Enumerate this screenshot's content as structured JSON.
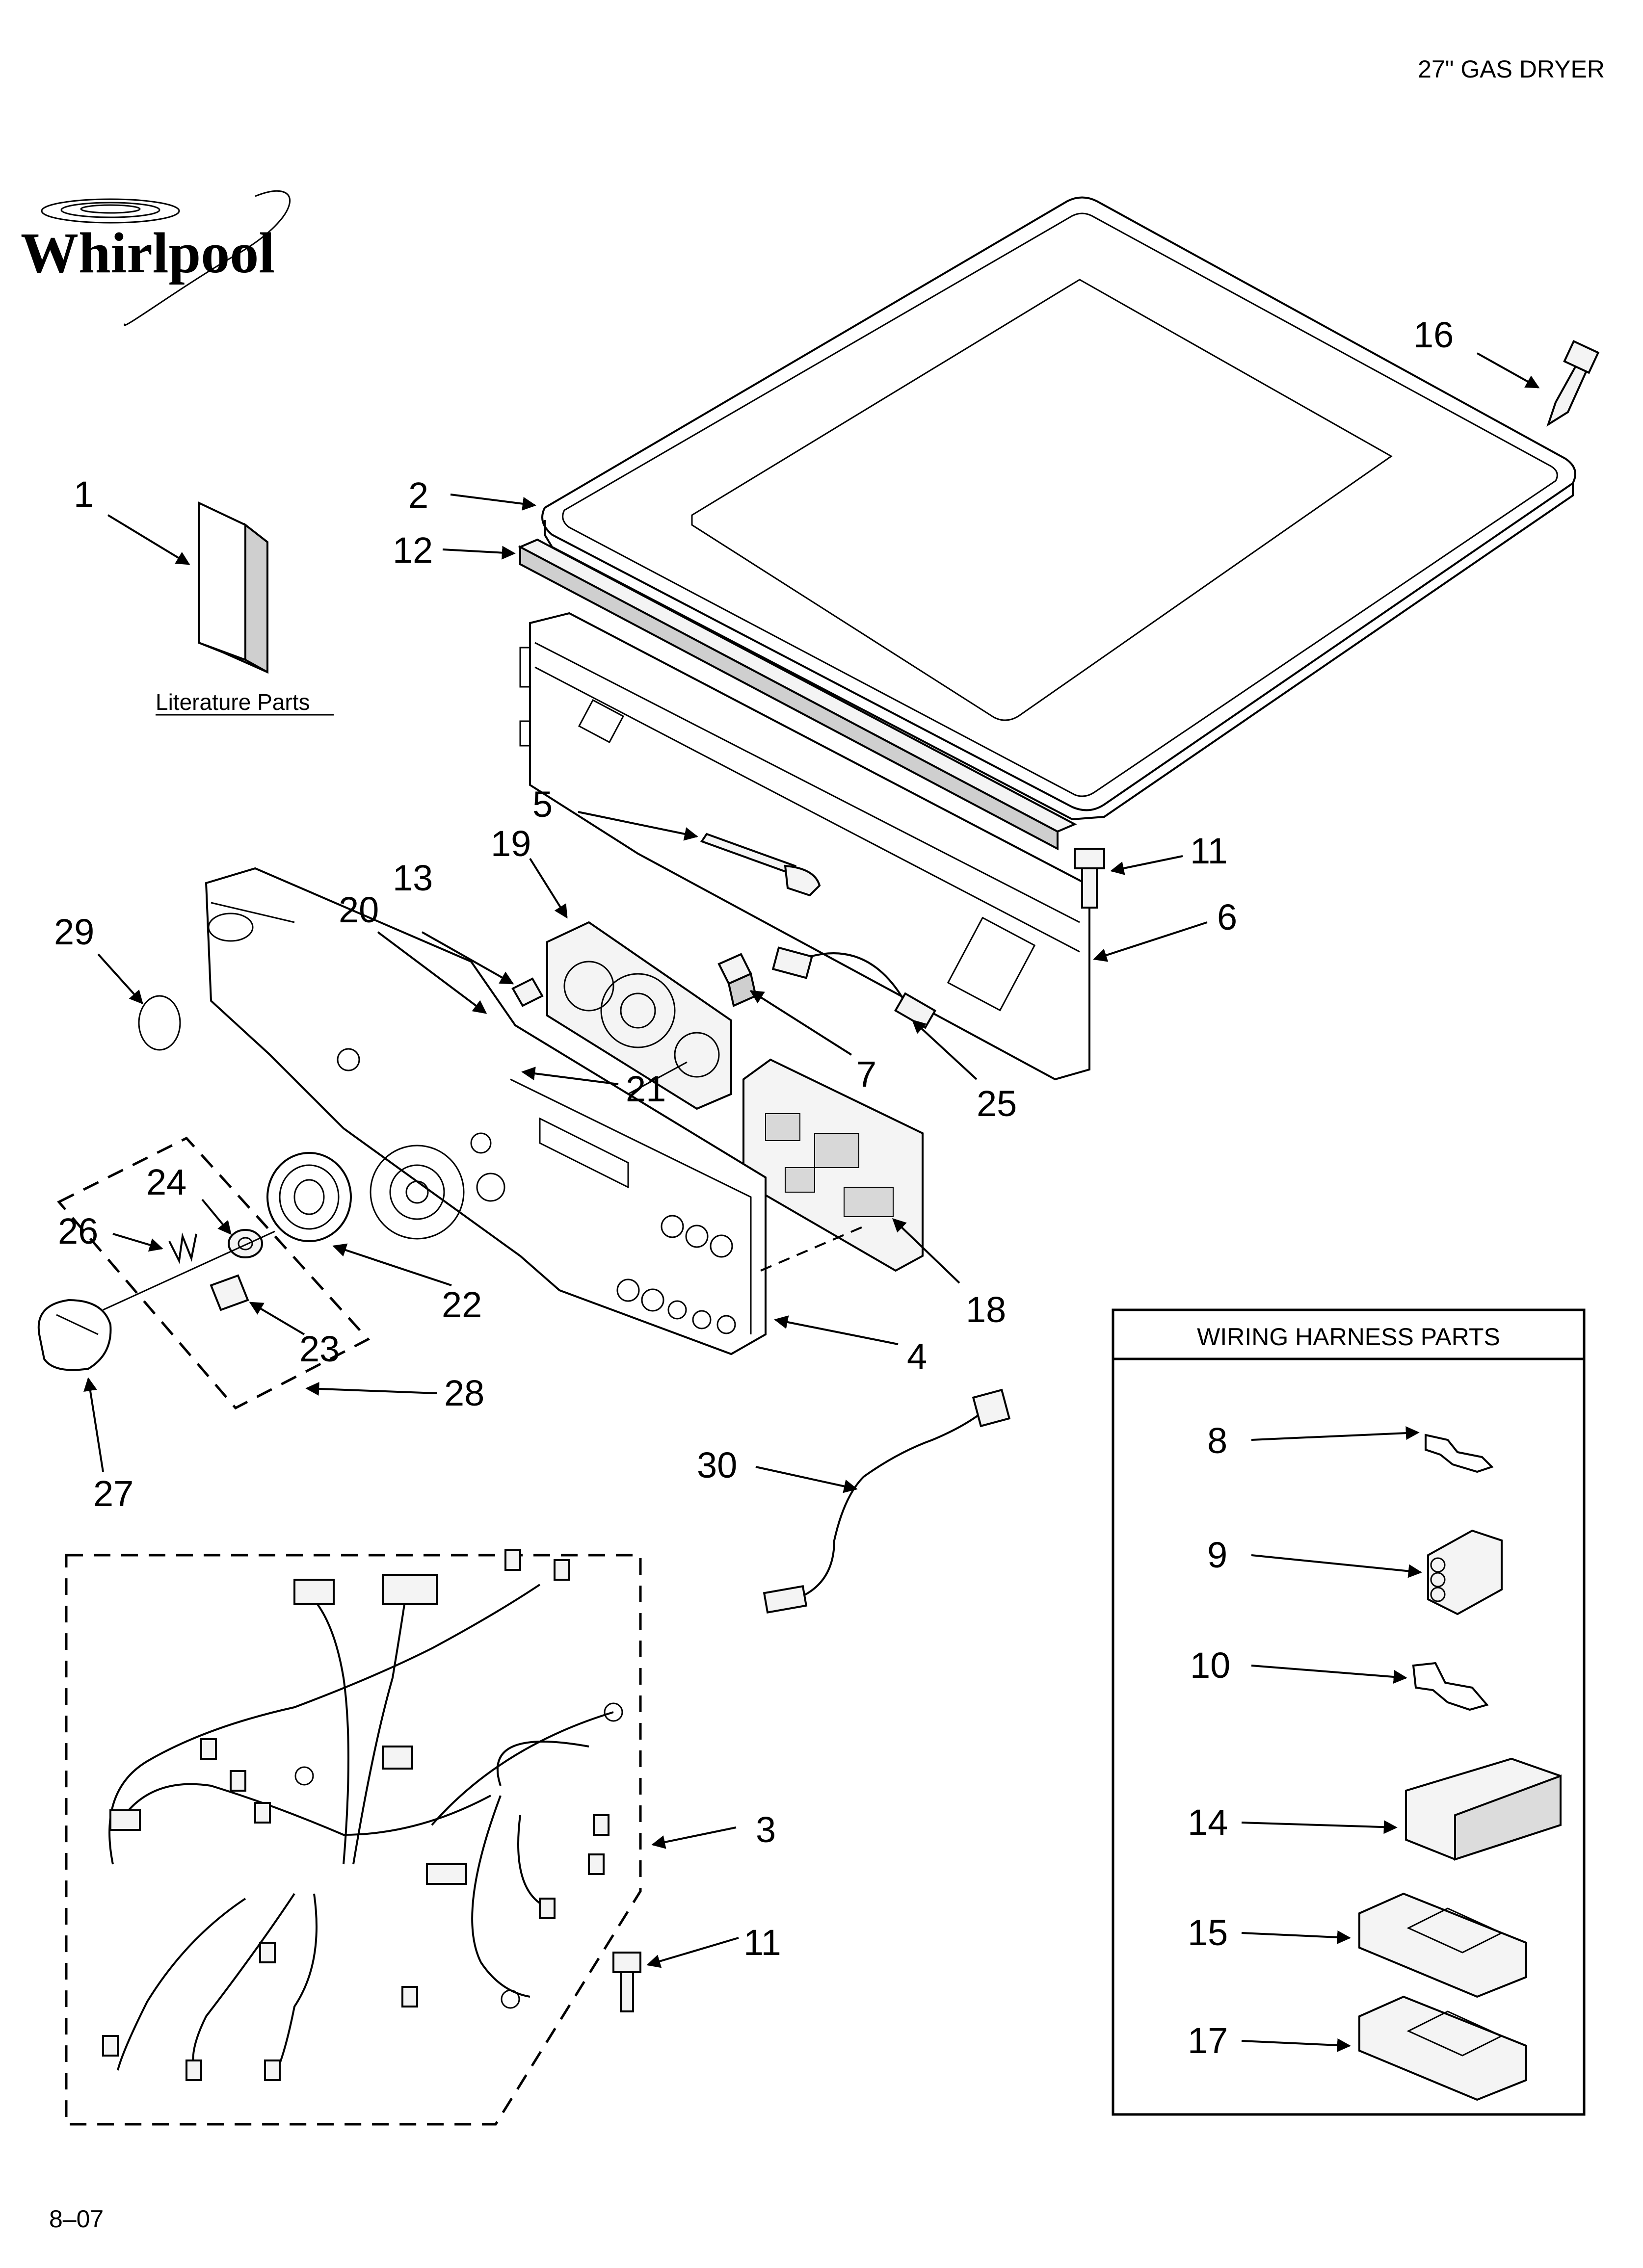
{
  "header": {
    "model_title": "27\" GAS DRYER"
  },
  "brand": {
    "logo_text": "Whirlpool"
  },
  "literature": {
    "label": "Literature Parts"
  },
  "wiring_box": {
    "title": "WIRING HARNESS PARTS"
  },
  "footer": {
    "date_code": "8–07"
  },
  "callouts": {
    "c1": "1",
    "c2": "2",
    "c3": "3",
    "c4": "4",
    "c5": "5",
    "c6": "6",
    "c7": "7",
    "c8": "8",
    "c9": "9",
    "c10": "10",
    "c11a": "11",
    "c11b": "11",
    "c12": "12",
    "c13": "13",
    "c14": "14",
    "c15": "15",
    "c16": "16",
    "c17": "17",
    "c18": "18",
    "c19": "19",
    "c20": "20",
    "c21": "21",
    "c22": "22",
    "c23": "23",
    "c24": "24",
    "c25": "25",
    "c26": "26",
    "c27": "27",
    "c28": "28",
    "c29": "29",
    "c30": "30"
  }
}
